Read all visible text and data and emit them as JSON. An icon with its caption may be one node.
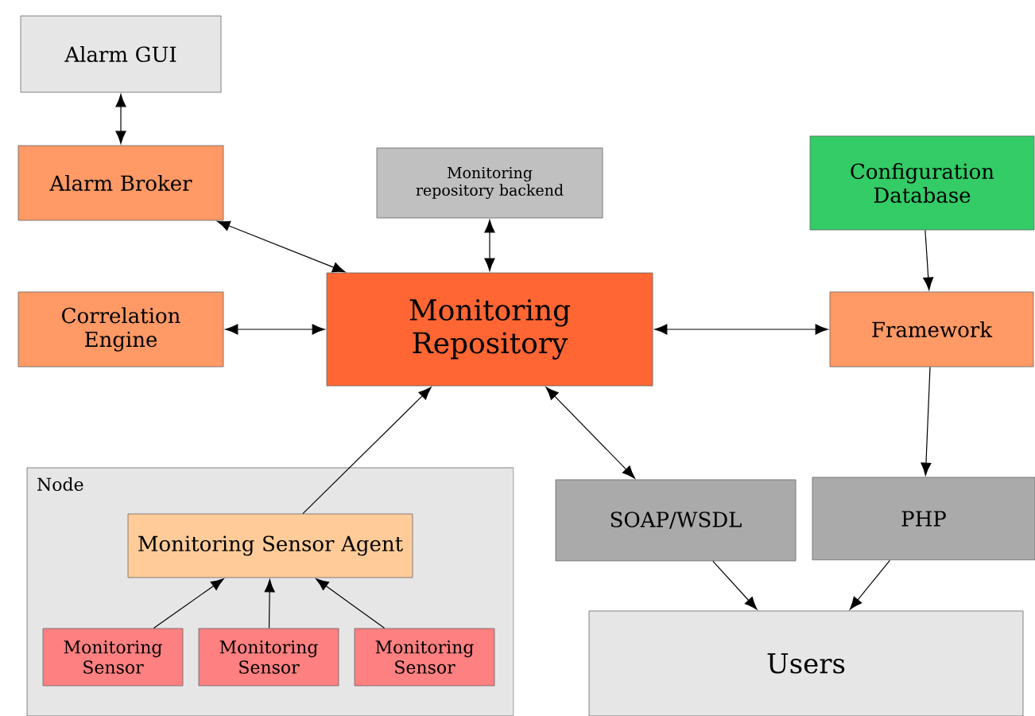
{
  "diagram": {
    "nodes": [
      {
        "text": [
          "Alarm GUI"
        ]
      },
      {
        "text": [
          "Alarm Broker"
        ]
      },
      {
        "text": [
          "Monitoring repository backend"
        ]
      },
      {
        "text": [
          "Configuration Database"
        ]
      },
      {
        "text": [
          "Correlation Engine"
        ]
      },
      {
        "text": [
          "Monitoring Repository"
        ]
      },
      {
        "text": [
          "Framework"
        ]
      },
      {
        "text": [
          "Node"
        ]
      },
      {
        "text": [
          "Monitoring Sensor Agent"
        ],
        "in": 7
      },
      {
        "text": [
          "Monitoring Sensor"
        ],
        "in": 7
      },
      {
        "text": [
          "Monitoring Sensor"
        ],
        "in": 7
      },
      {
        "text": [
          "Monitoring Sensor"
        ],
        "in": 7
      },
      {
        "text": [
          "SOAP/WSDL"
        ]
      },
      {
        "text": [
          "PHP"
        ]
      },
      {
        "text": [
          "Users"
        ]
      }
    ],
    "edges": [
      {
        "from": 0,
        "to": 1,
        "arrow": "both"
      },
      {
        "from": 1,
        "to": 5,
        "arrow": "both"
      },
      {
        "from": 2,
        "to": 5,
        "arrow": "both"
      },
      {
        "from": 4,
        "to": 5,
        "arrow": "both"
      },
      {
        "from": 5,
        "to": 6,
        "arrow": "both"
      },
      {
        "from": 3,
        "to": 6,
        "arrow": "to"
      },
      {
        "from": 8,
        "to": 5,
        "arrow": "to"
      },
      {
        "from": 5,
        "to": 12,
        "arrow": "both"
      },
      {
        "from": 6,
        "to": 13,
        "arrow": "to"
      },
      {
        "from": 9,
        "to": 8,
        "arrow": "to"
      },
      {
        "from": 10,
        "to": 8,
        "arrow": "to"
      },
      {
        "from": 11,
        "to": 8,
        "arrow": "to"
      },
      {
        "from": 12,
        "to": 14,
        "arrow": "to"
      },
      {
        "from": 13,
        "to": 14,
        "arrow": "to"
      }
    ]
  }
}
